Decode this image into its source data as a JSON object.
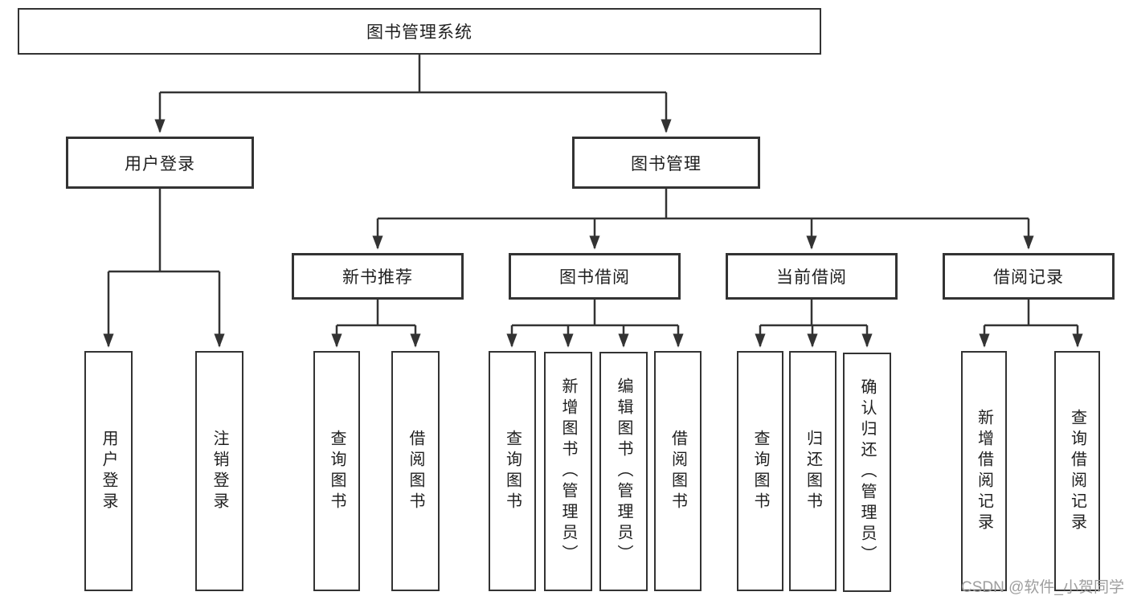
{
  "colors": {
    "line": "#333333",
    "box_border": "#333333",
    "box_fill": "#ffffff",
    "text": "#1f1f1f",
    "background": "#ffffff",
    "watermark": "#9e9e9e"
  },
  "watermark": "CSDN @软件_小贺同学",
  "chart_type": "tree-diagram",
  "tree": {
    "label": "图书管理系统",
    "children": [
      {
        "label": "用户登录",
        "children": [
          {
            "label": "用户登录"
          },
          {
            "label": "注销登录"
          }
        ]
      },
      {
        "label": "图书管理",
        "children": [
          {
            "label": "新书推荐",
            "children": [
              {
                "label": "查询图书"
              },
              {
                "label": "借阅图书"
              }
            ]
          },
          {
            "label": "图书借阅",
            "children": [
              {
                "label": "查询图书"
              },
              {
                "label": "新增图书（管理员）"
              },
              {
                "label": "编辑图书（管理员）"
              },
              {
                "label": "借阅图书"
              }
            ]
          },
          {
            "label": "当前借阅",
            "children": [
              {
                "label": "查询图书"
              },
              {
                "label": "归还图书"
              },
              {
                "label": "确认归还（管理员）"
              }
            ]
          },
          {
            "label": "借阅记录",
            "children": [
              {
                "label": "新增借阅记录"
              },
              {
                "label": "查询借阅记录"
              }
            ]
          }
        ]
      }
    ]
  }
}
